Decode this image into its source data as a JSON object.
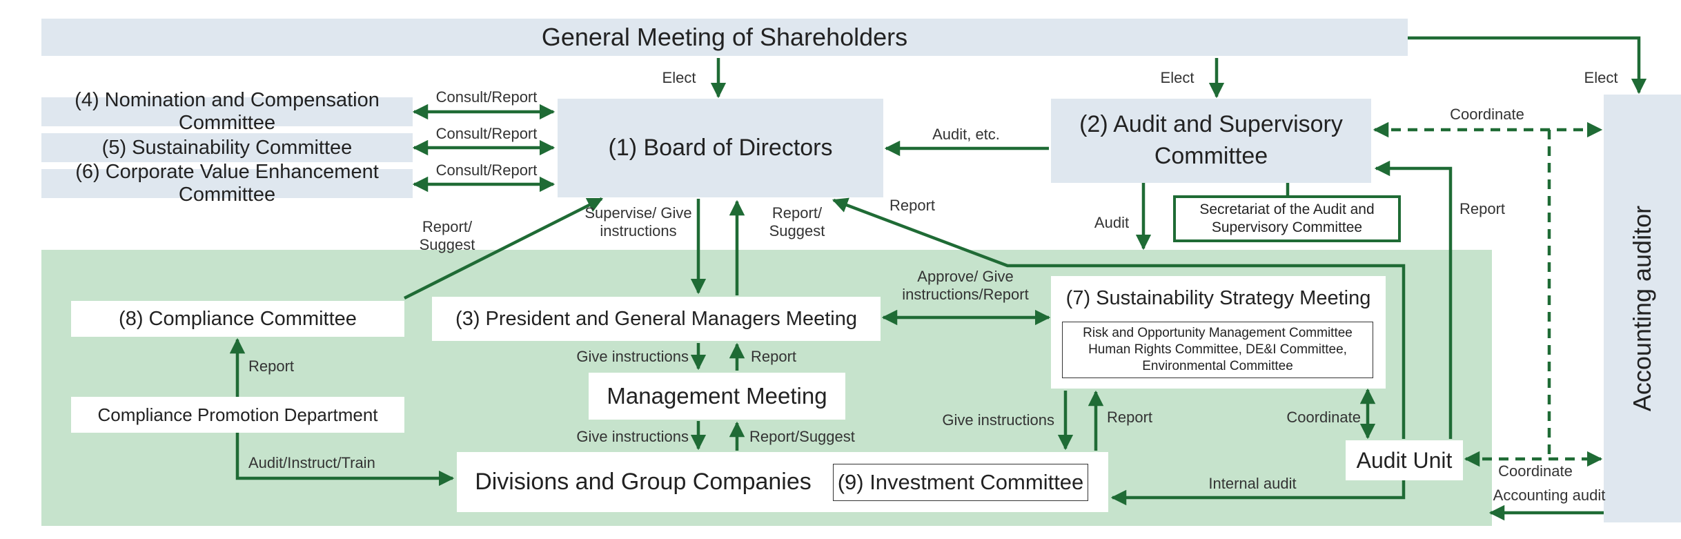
{
  "boxes": {
    "shareholders": "General Meeting of Shareholders",
    "board": "(1) Board of Directors",
    "audit_committee": "(2) Audit and Supervisory Committee",
    "secretariat": "Secretariat of the Audit and Supervisory Committee",
    "president_meeting": "(3) President and General Managers Meeting",
    "nomination": "(4) Nomination and Compensation Committee",
    "sustainability_committee": "(5) Sustainability Committee",
    "corporate_value": "(6) Corporate Value Enhancement Committee",
    "sustainability_strategy": "(7) Sustainability Strategy Meeting",
    "sub_committees": "Risk and Opportunity Management Committee Human Rights Committee, DE&I Committee, Environmental Committee",
    "compliance_committee": "(8) Compliance Committee",
    "compliance_promotion": "Compliance Promotion Department",
    "management_meeting": "Management Meeting",
    "divisions": "Divisions and Group Companies",
    "investment_committee": "(9) Investment Committee",
    "audit_unit": "Audit Unit",
    "accounting_auditor": "Accounting auditor"
  },
  "labels": {
    "elect_board": "Elect",
    "elect_audit": "Elect",
    "elect_accounting": "Elect",
    "consult_1": "Consult/Report",
    "consult_2": "Consult/Report",
    "consult_3": "Consult/Report",
    "audit_etc": "Audit, etc.",
    "coordinate_top": "Coordinate",
    "report_to_board": "Report",
    "report_to_audit_committee": "Report",
    "audit": "Audit",
    "supervise": "Supervise/ Give instructions",
    "report_suggest_board": "Report/ Suggest",
    "report_suggest_compliance": "Report/ Suggest",
    "approve": "Approve/ Give instructions/Report",
    "give_instructions_1": "Give instructions",
    "report_mgmt": "Report",
    "give_instructions_2": "Give instructions",
    "report_suggest_div": "Report/Suggest",
    "give_instructions_3": "Give instructions",
    "report_sustain": "Report",
    "coordinate_mid": "Coordinate",
    "report_compliance": "Report",
    "audit_instruct_train": "Audit/Instruct/Train",
    "internal_audit": "Internal audit",
    "coordinate_bottom": "Coordinate",
    "accounting_audit": "Accounting audit"
  },
  "colors": {
    "arrow": "#1f6b35",
    "blue_box": "#dfe7ef",
    "green_area": "#c6e3cc"
  }
}
